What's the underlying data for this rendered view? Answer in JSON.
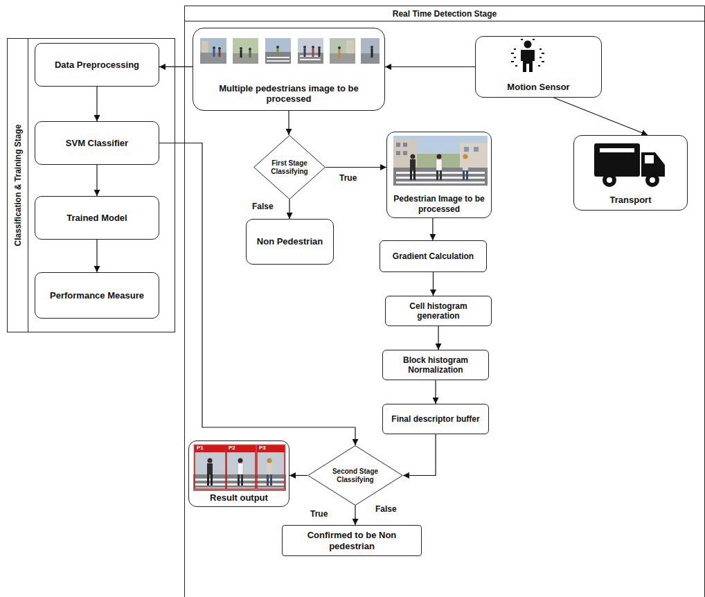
{
  "diagram": {
    "nodes": [
      {
        "text": [
          "Classification & Training Stage"
        ]
      },
      {
        "text": [
          "Data Preprocessing"
        ],
        "in": 0
      },
      {
        "text": [
          "SVM Classifier"
        ],
        "in": 0
      },
      {
        "text": [
          "Trained Model"
        ],
        "in": 0
      },
      {
        "text": [
          "Performance Measure"
        ],
        "in": 0
      },
      {
        "text": [
          "Real Time Detection Stage"
        ]
      },
      {
        "text": [
          "Multiple pedestrians image to be processed"
        ],
        "in": 5
      },
      {
        "text": [
          "Motion Sensor"
        ],
        "in": 5
      },
      {
        "text": [
          "First Stage Classifying"
        ],
        "in": 5
      },
      {
        "text": [
          "Pedestrian Image to be processed"
        ],
        "in": 5
      },
      {
        "text": [
          "Non Pedestrian"
        ],
        "in": 5
      },
      {
        "text": [
          "Transport"
        ],
        "in": 5
      },
      {
        "text": [
          "Gradient Calculation"
        ],
        "in": 5
      },
      {
        "text": [
          "Cell histogram generation"
        ],
        "in": 5
      },
      {
        "text": [
          "Block histogram Normalization"
        ],
        "in": 5
      },
      {
        "text": [
          "Final descriptor buffer"
        ],
        "in": 5
      },
      {
        "text": [
          "Result output"
        ],
        "in": 5
      },
      {
        "text": [
          "Second Stage Classifying"
        ],
        "in": 5
      },
      {
        "text": [
          "Confirmed to be Non pedestrian"
        ],
        "in": 5
      }
    ],
    "edges": [
      {
        "from": 7,
        "to": 6,
        "arrow": "to"
      },
      {
        "from": 7,
        "to": 11,
        "arrow": "to"
      },
      {
        "from": 6,
        "to": 1,
        "arrow": "to"
      },
      {
        "from": 1,
        "to": 2,
        "arrow": "to"
      },
      {
        "from": 2,
        "to": 3,
        "arrow": "to"
      },
      {
        "from": 3,
        "to": 4,
        "arrow": "to"
      },
      {
        "from": 6,
        "to": 8,
        "arrow": "to"
      },
      {
        "from": 8,
        "to": 9,
        "label": "True",
        "arrow": "to"
      },
      {
        "from": 8,
        "to": 10,
        "label": "False",
        "arrow": "to"
      },
      {
        "from": 9,
        "to": 12,
        "arrow": "to"
      },
      {
        "from": 12,
        "to": 13,
        "arrow": "to"
      },
      {
        "from": 13,
        "to": 14,
        "arrow": "to"
      },
      {
        "from": 14,
        "to": 15,
        "arrow": "to"
      },
      {
        "from": 15,
        "to": 17,
        "arrow": "to"
      },
      {
        "from": 2,
        "to": 17,
        "arrow": "to"
      },
      {
        "from": 17,
        "to": 16,
        "label": "True",
        "arrow": "to"
      },
      {
        "from": 17,
        "to": 18,
        "label": "False",
        "arrow": "to"
      }
    ],
    "labels": [
      "P1",
      "P2",
      "P3"
    ]
  }
}
